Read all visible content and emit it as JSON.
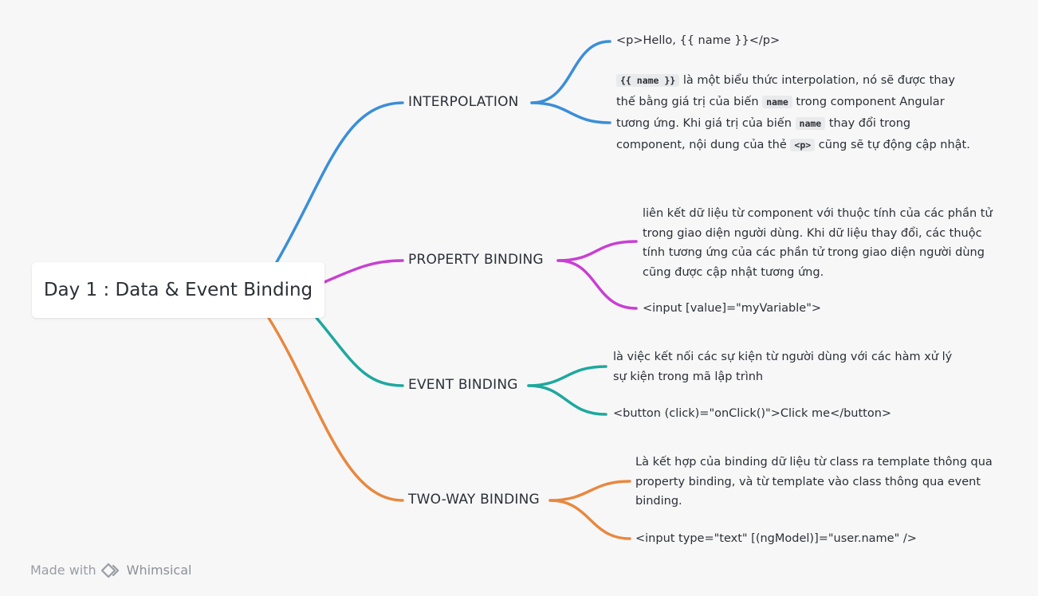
{
  "root": {
    "label": "Day 1 : Data & Event Binding"
  },
  "branches": [
    {
      "label": "INTERPOLATION",
      "color": "#3b8ed8",
      "leaves": [
        {
          "text": "<p>Hello, {{ name }}</p>"
        },
        {
          "parts": [
            {
              "code": "{{ name }}"
            },
            {
              "text": " là một biểu thức interpolation, nó sẽ được thay thế bằng giá trị của biến "
            },
            {
              "code": "name"
            },
            {
              "text": " trong component Angular tương ứng. Khi giá trị của biến "
            },
            {
              "code": "name"
            },
            {
              "text": " thay đổi trong component, nội dung của thẻ "
            },
            {
              "code": "<p>"
            },
            {
              "text": " cũng sẽ tự động cập nhật."
            }
          ]
        }
      ]
    },
    {
      "label": "PROPERTY BINDING",
      "color": "#c83fd2",
      "leaves": [
        {
          "text": "liên kết dữ liệu từ component với thuộc tính của các phần tử trong giao diện người dùng. Khi dữ liệu thay đổi, các thuộc tính tương ứng của các phần tử trong giao diện người dùng cũng được cập nhật tương ứng."
        },
        {
          "text": "<input [value]=\"myVariable\">"
        }
      ]
    },
    {
      "label": "EVENT BINDING",
      "color": "#1fa89e",
      "leaves": [
        {
          "text": "là việc kết nối các sự kiện từ người dùng với các hàm xử lý sự kiện trong mã lập trình"
        },
        {
          "text": "<button (click)=\"onClick()\">Click me</button>"
        }
      ]
    },
    {
      "label": "TWO-WAY BINDING",
      "color": "#e8883e",
      "leaves": [
        {
          "text": "Là kết hợp của binding dữ liệu từ class ra template thông qua property binding, và từ template vào class thông qua event binding."
        },
        {
          "text": "<input type=\"text\" [(ngModel)]=\"user.name\" />"
        }
      ]
    }
  ],
  "footer": {
    "prefix": "Made with",
    "brand": "Whimsical"
  }
}
